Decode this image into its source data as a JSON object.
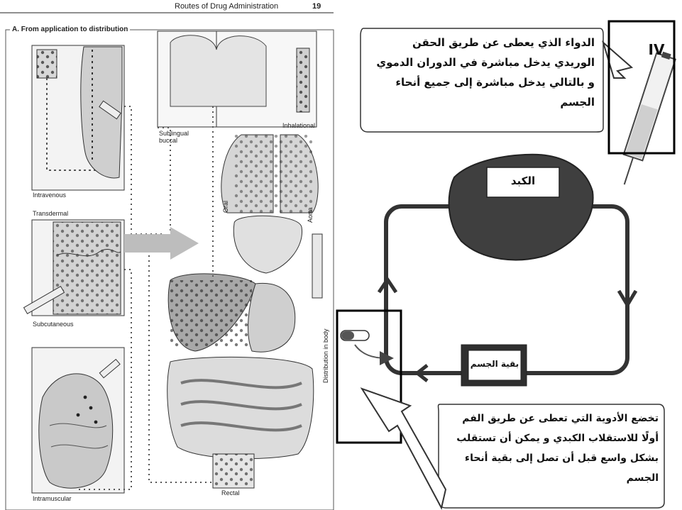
{
  "header": {
    "title": "Routes of Drug Administration",
    "page_number": "19"
  },
  "left_panel": {
    "section_title": "A. From application to distribution",
    "labels": {
      "intravenous": "Intravenous",
      "transdermal": "Transdermal",
      "subcutaneous": "Subcutaneous",
      "intramuscular": "Intramuscular",
      "sublingual": "Sublingual\nbuccal",
      "inhalational": "Inhalational",
      "oral": "Oral",
      "aorta": "Aorta",
      "distribution": "Distribution in body",
      "rectal": "Rectal"
    }
  },
  "right_panel": {
    "iv_label": "IV",
    "iv_callout": "الدواء الذي يعطى عن طريق الحقن الوريدي يدخل مباشرة في الدوران الدموي و بالتالي يدخل مباشرة إلى جميع أنحاء الجسم",
    "liver_label": "الكبد",
    "rest_of_body_label": "بقية الجسم",
    "oral_callout": "تخضع الأدوية التي تعطى عن طريق الفم أولًا للاستقلاب الكبدي و يمكن أن تستقلب بشكل واسع قبل أن تصل إلى بقية أنحاء الجسم"
  },
  "colors": {
    "ink": "#333333",
    "grey_fill": "#c9c9c9",
    "liver": "#444444",
    "highlight_box": "#000000"
  }
}
